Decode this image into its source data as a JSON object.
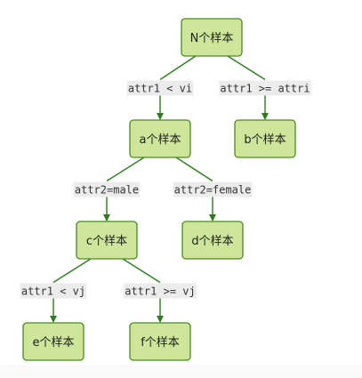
{
  "diagram": {
    "type": "decision-tree",
    "colors": {
      "node_fill": "#cde69a",
      "node_border": "#4a8a22",
      "edge": "#2d7d1c",
      "label_background": "#ececec"
    },
    "nodes": [
      {
        "id": "N",
        "label": "N个样本"
      },
      {
        "id": "a",
        "label": "a个样本"
      },
      {
        "id": "b",
        "label": "b个样本"
      },
      {
        "id": "c",
        "label": "c个样本"
      },
      {
        "id": "d",
        "label": "d个样本"
      },
      {
        "id": "e",
        "label": "e个样本"
      },
      {
        "id": "f",
        "label": "f个样本"
      }
    ],
    "edges": [
      {
        "from": "N",
        "to": "a",
        "label": "attr1 < vi"
      },
      {
        "from": "N",
        "to": "b",
        "label": "attr1 >= attri"
      },
      {
        "from": "a",
        "to": "c",
        "label": "attr2=male"
      },
      {
        "from": "a",
        "to": "d",
        "label": "attr2=female"
      },
      {
        "from": "c",
        "to": "e",
        "label": "attr1 < vj"
      },
      {
        "from": "c",
        "to": "f",
        "label": "attr1 >= vj"
      }
    ]
  }
}
